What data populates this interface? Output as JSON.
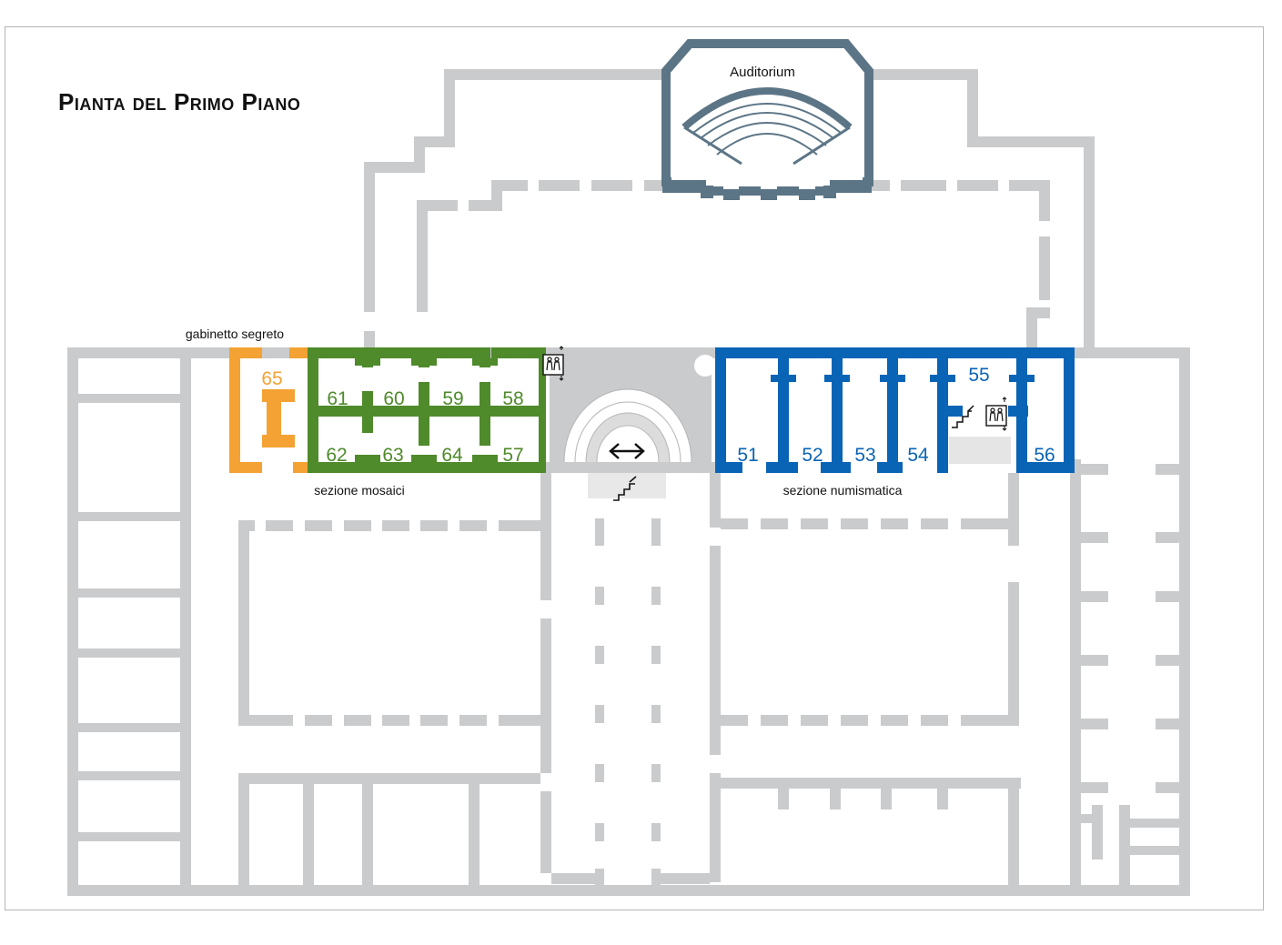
{
  "title": "Pianta del Primo Piano",
  "labels": {
    "auditorium": "Auditorium",
    "gabinetto": "gabinetto segreto",
    "mosaici": "sezione mosaici",
    "numismatica": "sezione numismatica"
  },
  "rooms": {
    "r65": "65",
    "r61": "61",
    "r60": "60",
    "r59": "59",
    "r58": "58",
    "r62": "62",
    "r63": "63",
    "r64": "64",
    "r57": "57",
    "r51": "51",
    "r52": "52",
    "r53": "53",
    "r54": "54",
    "r55": "55",
    "r56": "56"
  },
  "colors": {
    "wall": "#cacbcc",
    "gabinetto": "#f4a233",
    "mosaici": "#4f8a2b",
    "numismatica": "#0a64b5",
    "auditorium": "#5c7586"
  },
  "icons": [
    "elevator-icon",
    "stairs-icon",
    "double-arrow-icon"
  ]
}
